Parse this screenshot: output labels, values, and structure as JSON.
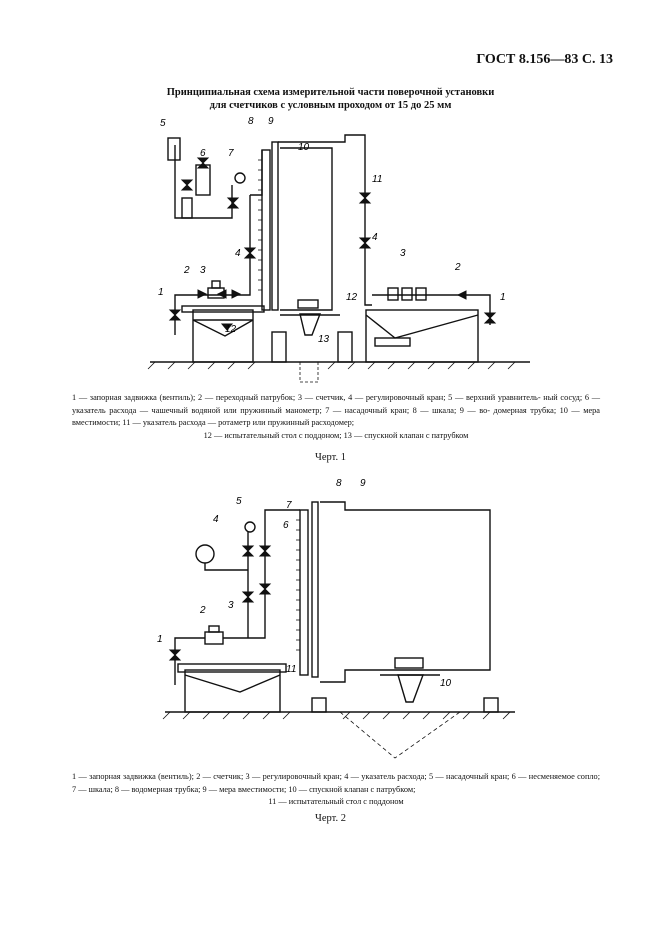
{
  "header": {
    "doc_ref": "ГОСТ 8.156—83 С. 13"
  },
  "figure1": {
    "title_line1": "Принципиальная схема измерительной части поверочной установки",
    "title_line2": "для счетчиков с условным проходом от 15 до 25 мм",
    "labels": [
      "1",
      "2",
      "3",
      "4",
      "5",
      "6",
      "7",
      "8",
      "9",
      "10",
      "11",
      "12",
      "13"
    ],
    "caption_line1": "1 — запорная задвижка (вентиль); 2 — переходный патрубок; 3 — счетчик, 4 — регулировочный кран; 5 — верхний уравнитель-",
    "caption_line2": "ный сосуд; 6 — указатель расхода — чашечный водяной или пружинный манометр; 7 — насадочный кран; 8 — шкала; 9 — во-",
    "caption_line3": "домерная трубка; 10 — мера вместимости; 11 — указатель расхода — ротаметр или пружинный расходомер;",
    "caption_line4": "12 — испытательный стол с поддоном; 13 — спускной клапан с патрубком",
    "label": "Черт. 1"
  },
  "figure2": {
    "labels": [
      "1",
      "2",
      "3",
      "4",
      "5",
      "6",
      "7",
      "8",
      "9",
      "10",
      "11"
    ],
    "caption_line1": "1 — запорная задвижка (вентиль); 2 — счетчик; 3 — регулировочный кран; 4 — указатель расхода; 5 — насадочный кран;",
    "caption_line2": "6 — несменяемое сопло; 7 — шкала; 8 — водомерная трубка; 9 — мера вместимости; 10 — спускной клапан с патрубком;",
    "caption_line3": "11 — испытательный стол с поддоном",
    "label": "Черт. 2"
  }
}
